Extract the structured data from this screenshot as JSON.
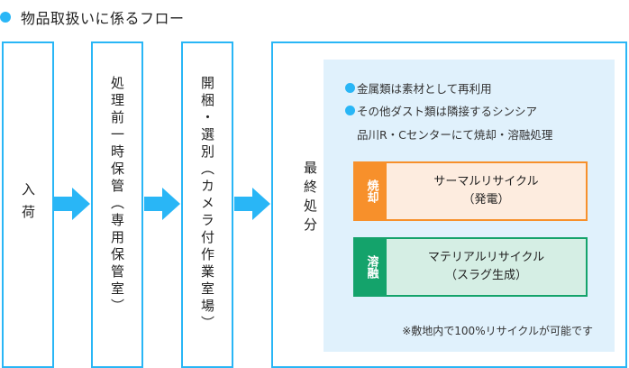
{
  "title": {
    "text": "物品取扱いに係るフロー",
    "icon": "bullet-dot-icon"
  },
  "colors": {
    "accent": "#29b6f6",
    "panel": "#e0f1fc",
    "incineration": "#f7902b",
    "melting": "#14a36b"
  },
  "steps": [
    {
      "label": "入荷"
    },
    {
      "label": "処理前一時保管（専用保管室）"
    },
    {
      "label": "開梱・選別（カメラ付作業室場）"
    }
  ],
  "final": {
    "label": "最終処分",
    "bullets": [
      "金属類は素材として再利用",
      "その他ダスト類は隣接するシンシア"
    ],
    "bullet_continuation": "品川R・Cセンターにて焼却・溶融処理",
    "methods": [
      {
        "tag": "焼却",
        "line1": "サーマルリサイクル",
        "line2": "（発電）"
      },
      {
        "tag": "溶融",
        "line1": "マテリアルリサイクル",
        "line2": "（スラグ生成）"
      }
    ],
    "note": "※敷地内で100%リサイクルが可能です"
  },
  "arrow_icon": "right-arrow-icon"
}
